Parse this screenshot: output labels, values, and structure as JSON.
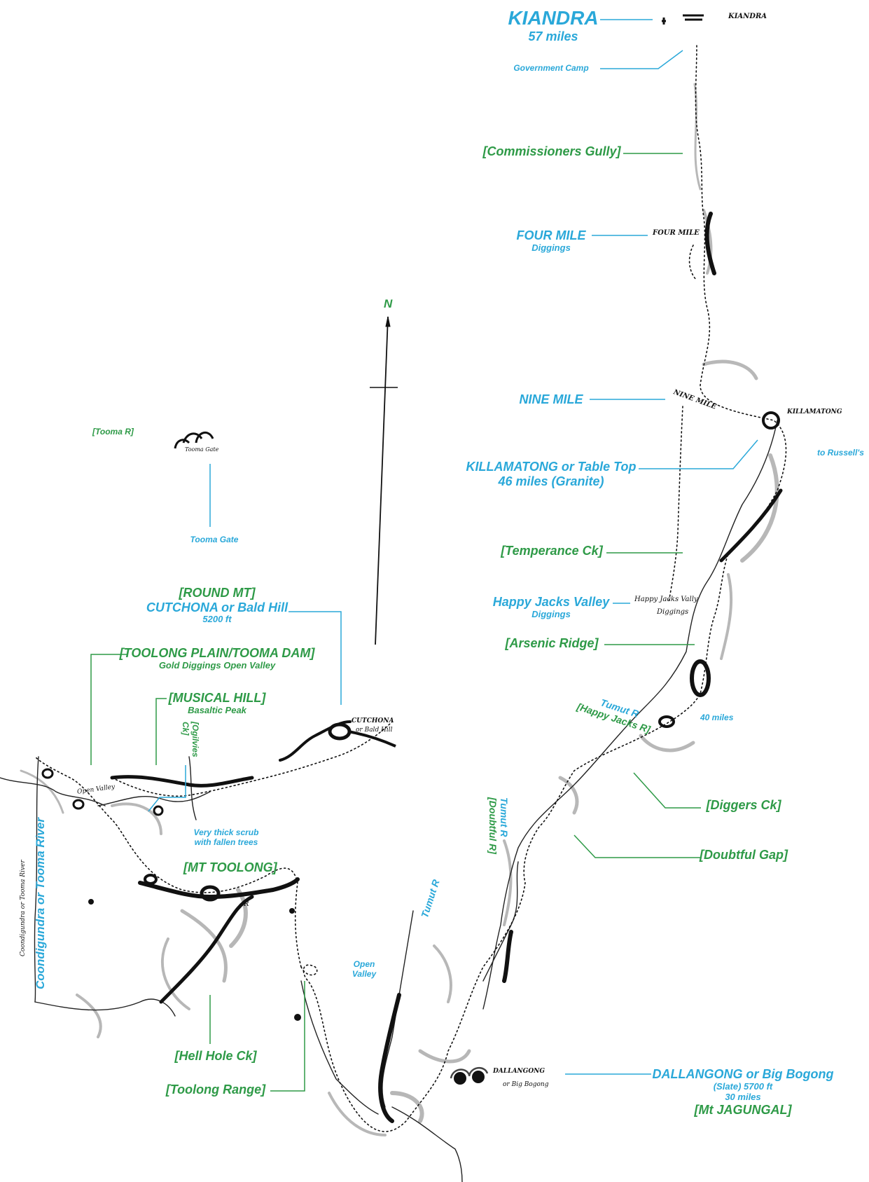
{
  "colors": {
    "blue_label": "#2aa8d9",
    "green_label": "#2e9a47",
    "ink": "#111111",
    "shade": "#9a9a9a"
  },
  "north": {
    "label": "N"
  },
  "labels": {
    "kiandra": {
      "title": "KIANDRA",
      "sub": "57 miles"
    },
    "gov_camp": "Government Camp",
    "commissioners_gully": "[Commissioners Gully]",
    "four_mile": {
      "title": "FOUR MILE",
      "sub": "Diggings"
    },
    "nine_mile": "NINE MILE",
    "killamatong": {
      "title": "KILLAMATONG or Table Top",
      "sub": "46 miles (Granite)"
    },
    "to_russells": "to Russell's",
    "temperance_ck": "[Temperance Ck]",
    "happy_jacks_valley": {
      "title": "Happy Jacks Valley",
      "sub": "Diggings"
    },
    "arsenic_ridge": "[Arsenic Ridge]",
    "tumut_happy_jacks": {
      "line1": "Tumut R",
      "line2": "[Happy Jacks R]"
    },
    "forty_miles": "40 miles",
    "diggers_ck": "[Diggers Ck]",
    "doubtful_gap": "[Doubtful Gap]",
    "tumut_doubtful": {
      "line1": "Tumut R",
      "line2": "[Doubtful R]"
    },
    "tumut_r": "Tumut R",
    "open_valley": {
      "line1": "Open",
      "line2": "Valley"
    },
    "dallangong": {
      "title": "DALLANGONG or Big Bogong",
      "sub1": "(Slate) 5700 ft",
      "sub2": "30 miles",
      "alt": "[Mt JAGUNGAL]"
    },
    "tooma_r": "[Tooma R]",
    "tooma_gate": "Tooma Gate",
    "round_mt": {
      "line1": "[ROUND MT]",
      "line2": "CUTCHONA or Bald Hill",
      "line3": "5200 ft"
    },
    "toolong_plain": {
      "title": "[TOOLONG PLAIN/TOOMA DAM]",
      "sub": "Gold Diggings Open Valley"
    },
    "musical_hill": {
      "title": "[MUSICAL HILL]",
      "sub": "Basaltic Peak"
    },
    "ogilvies_ck": {
      "line1": "[Ogilvies",
      "line2": "Ck]"
    },
    "very_thick_scrub": {
      "line1": "Very thick scrub",
      "line2": "with fallen trees"
    },
    "mt_toolong": "[MT TOOLONG]",
    "coondigundra": "Coondigundra or Tooma River",
    "hell_hole_ck": "[Hell Hole Ck]",
    "toolong_range": "[Toolong Range]"
  },
  "handwritten": {
    "kiandra": "KIANDRA",
    "four_mile": "FOUR MILE",
    "nine_mile": "NINE MILE",
    "killamatong": "KILLAMATONG",
    "happy_jacks": "Happy Jacks Vally",
    "diggings": "Diggings",
    "cutchona": "CUTCHONA",
    "bald_hill": "or Bald Hill",
    "dallangong": "DALLANGONG",
    "big_bogong": "or Big Bogong",
    "tooma_gate": "Tooma Gate",
    "open_valley": "Open Valley",
    "coondigundra_vertical": "Coondigundra or Tooma River",
    "r_mark": "R"
  }
}
